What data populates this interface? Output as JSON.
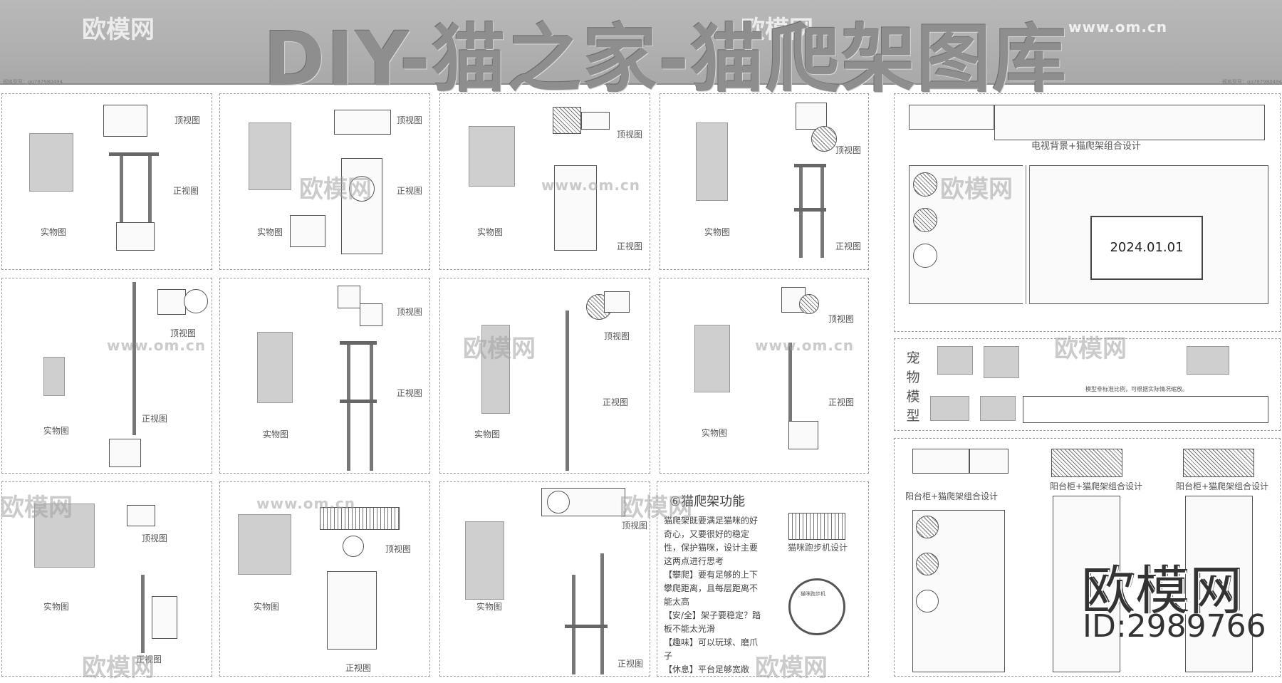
{
  "header": {
    "title": "DIY-猫之家-猫爬架图库",
    "watermark_logo": "欧模网",
    "watermark_url": "www.om.cn",
    "small_left": "规格型号：qq787980494",
    "small_right": "规格型号：qq787980494"
  },
  "watermarks": {
    "logo": "欧模网",
    "url": "www.om.cn",
    "url_alt": "www.om.cn"
  },
  "panels": [
    {
      "top_label": "顶视图",
      "front_label": "正视图",
      "photo_label": "实物图"
    },
    {
      "top_label": "顶视图",
      "front_label": "正视图",
      "photo_label": "实物图"
    },
    {
      "top_label": "顶视图",
      "front_label": "正视图",
      "photo_label": "实物图"
    },
    {
      "top_label": "顶视图",
      "front_label": "正视图",
      "photo_label": "实物图"
    },
    {
      "top_label": "顶视图",
      "front_label": "正视图",
      "photo_label": "实物图"
    },
    {
      "top_label": "顶视图",
      "front_label": "正视图",
      "photo_label": "实物图"
    },
    {
      "top_label": "顶视图",
      "front_label": "正视图",
      "photo_label": "实物图"
    },
    {
      "top_label": "顶视图",
      "front_label": "正视图",
      "photo_label": "实物图"
    },
    {
      "top_label": "顶视图",
      "front_label": "正视图",
      "photo_label": "实物图"
    },
    {
      "top_label": "顶视图",
      "front_label": "正视图",
      "photo_label": "实物图"
    },
    {
      "top_label": "顶视图",
      "front_label": "正视图",
      "photo_label": "实物图"
    }
  ],
  "function": {
    "title": "⑥猫爬架功能",
    "body": "猫爬架既要满足猫咪的好奇心，又要很好的稳定性，保护猫咪，设计主要这两点进行思考",
    "items": [
      "【攀爬】要有足够的上下攀爬距离，且每层距离不能太高",
      "【安/全】架子要稳定？踏板不能太光滑",
      "【趣味】可以玩球、磨爪子",
      "【休息】平台足够宽敞"
    ],
    "treadmill_label": "猫咪跑步机设计",
    "treadmill_inner": "猫咪跑步机"
  },
  "right": {
    "tv_title": "电视背景+猫爬架组合设计",
    "tv_date": "2024.01.01",
    "pet_vertical": "宠物模型",
    "pet_note": "模型非标准比例，可根据实际情况缩放。",
    "balcony_labels": [
      "阳台柜+猫爬架组合设计",
      "阳台柜+猫爬架组合设计",
      "阳台柜+猫爬架组合设计"
    ]
  },
  "brand": {
    "logo": "欧模网",
    "id": "ID:2989766"
  }
}
